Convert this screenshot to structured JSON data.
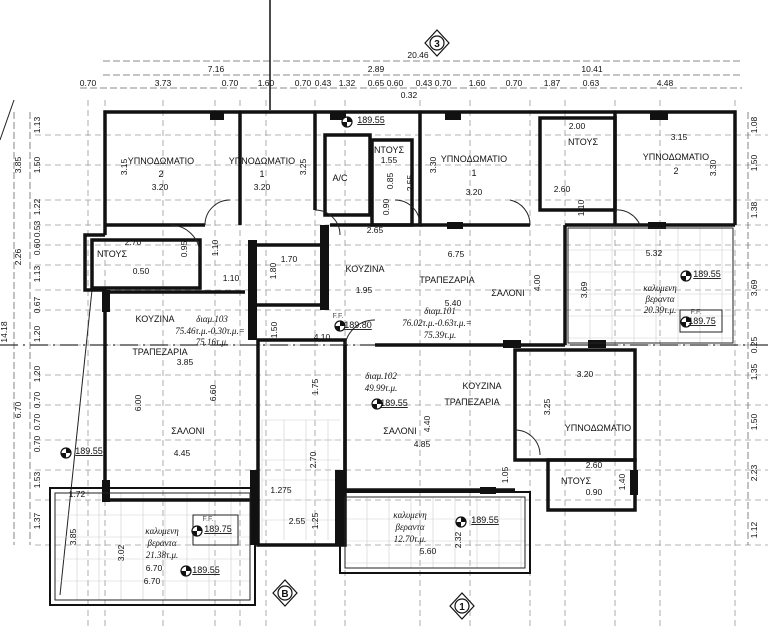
{
  "plan": {
    "room_labels": [
      "ΥΠΝΟΔΩΜΑΤΙΟ",
      "2",
      "ΥΠΝΟΔΩΜΑΤΙΟ",
      "1",
      "A/C",
      "ΝΤΟΥΣ",
      "ΥΠΝΟΔΩΜΑΤΙΟ",
      "1",
      "ΝΤΟΥΣ",
      "ΥΠΝΟΔΩΜΑΤΙΟ",
      "2",
      "ΝΤΟΥΣ",
      "ΚΟΥΖΙΝΑ",
      "ΤΡΑΠΕΖΑΡΙΑ",
      "ΣΑΛΟΝΙ",
      "ΚΟΥΖΙΝΑ",
      "ΤΡΑΠΕΖΑΡΙΑ",
      "ΣΑΛΟΝΙ",
      "ΚΟΥΖΙΝΑ",
      "ΤΡΑΠΕΖΑΡΙΑ",
      "ΣΑΛΟΝΙ",
      "ΥΠΝΟΔΩΜΑΤΙΟ",
      "ΝΤΟΥΣ"
    ],
    "area_labels": [
      "διαμ.103",
      "75.46τ.μ.-0.30τ.μ.=",
      "75.16τ.μ.",
      "διαμ.101",
      "76.02τ.μ.-0.63τ.μ.=",
      "75.39τ.μ.",
      "διαμ.102",
      "49.99τ.μ.",
      "καλυμενη",
      "βεραντα",
      "21.38τ.μ.",
      "καλυμενη",
      "βεραντα",
      "12.70τ.μ.",
      "καλυμενη",
      "βεραντα",
      "20.39τ.μ."
    ],
    "level_labels": [
      "189.55",
      "189.55",
      "189.55",
      "189.55",
      "189.55",
      "189.55",
      "189.75",
      "189.75",
      "189.80"
    ],
    "ff_labels": [
      "F.F.",
      "F.F.",
      "F.F."
    ],
    "top_dimensions": [
      "20.46",
      "7.16",
      "2.89",
      "10.41",
      "0.70",
      "3.73",
      "0.70",
      "1.60",
      "0.70",
      "0.43",
      "1.32",
      "0.65",
      "0.60",
      "0.32",
      "0.43",
      "0.70",
      "1.60",
      "0.70",
      "1.87",
      "0.63",
      "4.48"
    ],
    "left_dimensions": [
      "3.85",
      "2.26",
      "14.18",
      "6.70",
      "1.13",
      "1.50",
      "1.22",
      "0.53",
      "0.60",
      "1.13",
      "0.67",
      "1.20",
      "1.20",
      "0.70",
      "0.70",
      "0.70",
      "1.53",
      "1.37"
    ],
    "right_dimensions": [
      "1.08",
      "1.50",
      "1.38",
      "3.69",
      "0.25",
      "1.35",
      "1.50",
      "2.23",
      "1.12"
    ],
    "room_dimensions": [
      "3.15",
      "3.20",
      "3.20",
      "3.25",
      "1.55",
      "0.85",
      "2.55",
      "0.90",
      "3.30",
      "3.20",
      "2.00",
      "2.60",
      "1.10",
      "3.15",
      "3.30",
      "2.65",
      "6.75",
      "4.00",
      "1.95",
      "5.32",
      "3.69",
      "5.40",
      "2.70",
      "0.95",
      "1.10",
      "0.50",
      "1.10",
      "1.70",
      "1.80",
      "3.85",
      "6.00",
      "6.60",
      "4.45",
      "4.40",
      "4.85",
      "1.75",
      "2.70",
      "1.275",
      "2.55",
      "1.25",
      "3.20",
      "3.25",
      "1.05",
      "2.60",
      "0.90",
      "1.40",
      "1.72",
      "3.85",
      "3.02",
      "6.70",
      "6.70",
      "5.60",
      "2.32",
      "1.50",
      "4.10"
    ],
    "section_markers": [
      "3",
      "B",
      "1"
    ]
  }
}
